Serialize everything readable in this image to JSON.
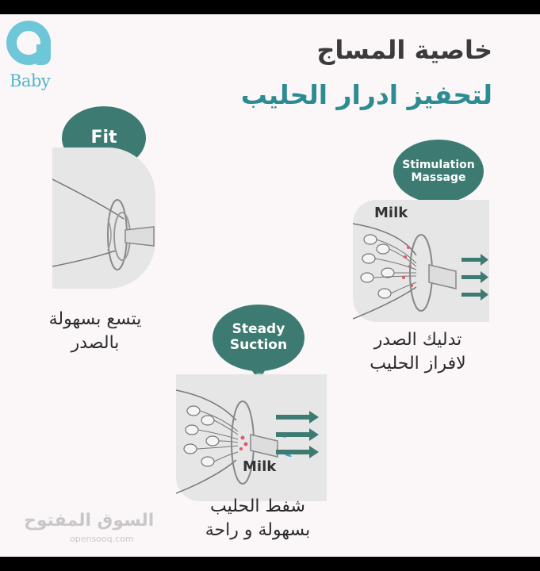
{
  "logo": {
    "text": "Baby"
  },
  "title": {
    "line1": "خاصية المساج",
    "line2": "لتحفيز ادرار الحليب"
  },
  "features": {
    "fit": {
      "bubble": "Fit",
      "caption_line1": "يتسع بسهولة",
      "caption_line2": "بالصدر"
    },
    "stimulation": {
      "bubble_line1": "Stimulation",
      "bubble_line2": "Massage",
      "milk_label": "Milk",
      "caption_line1": "تدليك الصدر",
      "caption_line2": "لافراز الحليب"
    },
    "suction": {
      "bubble_line1": "Steady",
      "bubble_line2": "Suction",
      "milk_label": "Milk",
      "caption_line1": "شفط الحليب",
      "caption_line2": "بسهولة و راحة"
    }
  },
  "watermark": {
    "text": "السوق المفتوح",
    "sub": "opensooq.com"
  },
  "colors": {
    "bubble": "#3d7b72",
    "dot": "#58b3aa",
    "accent": "#2d8b92",
    "arrow": "#3d7b72"
  }
}
